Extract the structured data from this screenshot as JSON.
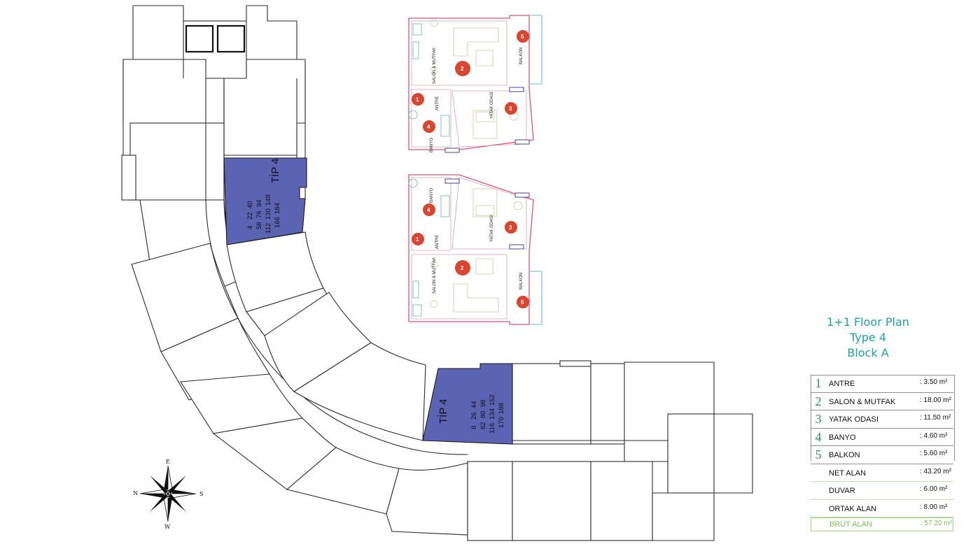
{
  "plan": {
    "units": [
      {
        "label": "TİP 4",
        "numbers": [
          "4",
          "22",
          "40",
          "58",
          "76",
          "94",
          "112",
          "130",
          "148",
          "166",
          "184"
        ]
      },
      {
        "label": "TİP 4",
        "numbers": [
          "8",
          "26",
          "44",
          "62",
          "80",
          "98",
          "116",
          "134",
          "152",
          "170",
          "188"
        ]
      }
    ],
    "floor_plan_rooms": [
      {
        "number": "1",
        "name": "ANTRE",
        "area": "3.50 m²"
      },
      {
        "number": "2",
        "name": "SALON & MUTFAK",
        "area": "18.00 m²"
      },
      {
        "number": "3",
        "name": "YATAK ODASI",
        "area": "11.50 m²"
      },
      {
        "number": "4",
        "name": "BANYO",
        "area": "4.60 m²"
      },
      {
        "number": "5",
        "name": "BALKON",
        "area": "5.60 m²"
      }
    ],
    "compass": {
      "n": "N",
      "e": "E",
      "s": "S",
      "w": "W"
    }
  },
  "title": {
    "line1": "1+1 Floor Plan",
    "line2": "Type 4",
    "line3": "Block A"
  },
  "area_table": {
    "rows": [
      {
        "num": "1",
        "name": "ANTRE",
        "value": ": 3.50 m²"
      },
      {
        "num": "2",
        "name": "SALON & MUTFAK",
        "value": ": 18.00 m²"
      },
      {
        "num": "3",
        "name": "YATAK ODASI",
        "value": ": 11.50 m²"
      },
      {
        "num": "4",
        "name": "BANYO",
        "value": ": 4.60 m²"
      },
      {
        "num": "5",
        "name": "BALKON",
        "value": ": 5.60 m²"
      }
    ],
    "totals": [
      {
        "name": "NET ALAN",
        "value": ": 43.20 m²"
      },
      {
        "name": "DUVAR",
        "value": ": 6.00 m²"
      },
      {
        "name": "ORTAK ALAN",
        "value": ": 8.00 m²"
      },
      {
        "name": "BRÜT ALAN",
        "value": ": 57.20 m²"
      }
    ]
  },
  "colors": {
    "highlight_unit": "#5b63b3",
    "title_teal": "#1aa3a3",
    "table_number_green": "#1a9c55",
    "brut_green": "#7dc65a",
    "plan_wall_pink": "#e0507a"
  }
}
